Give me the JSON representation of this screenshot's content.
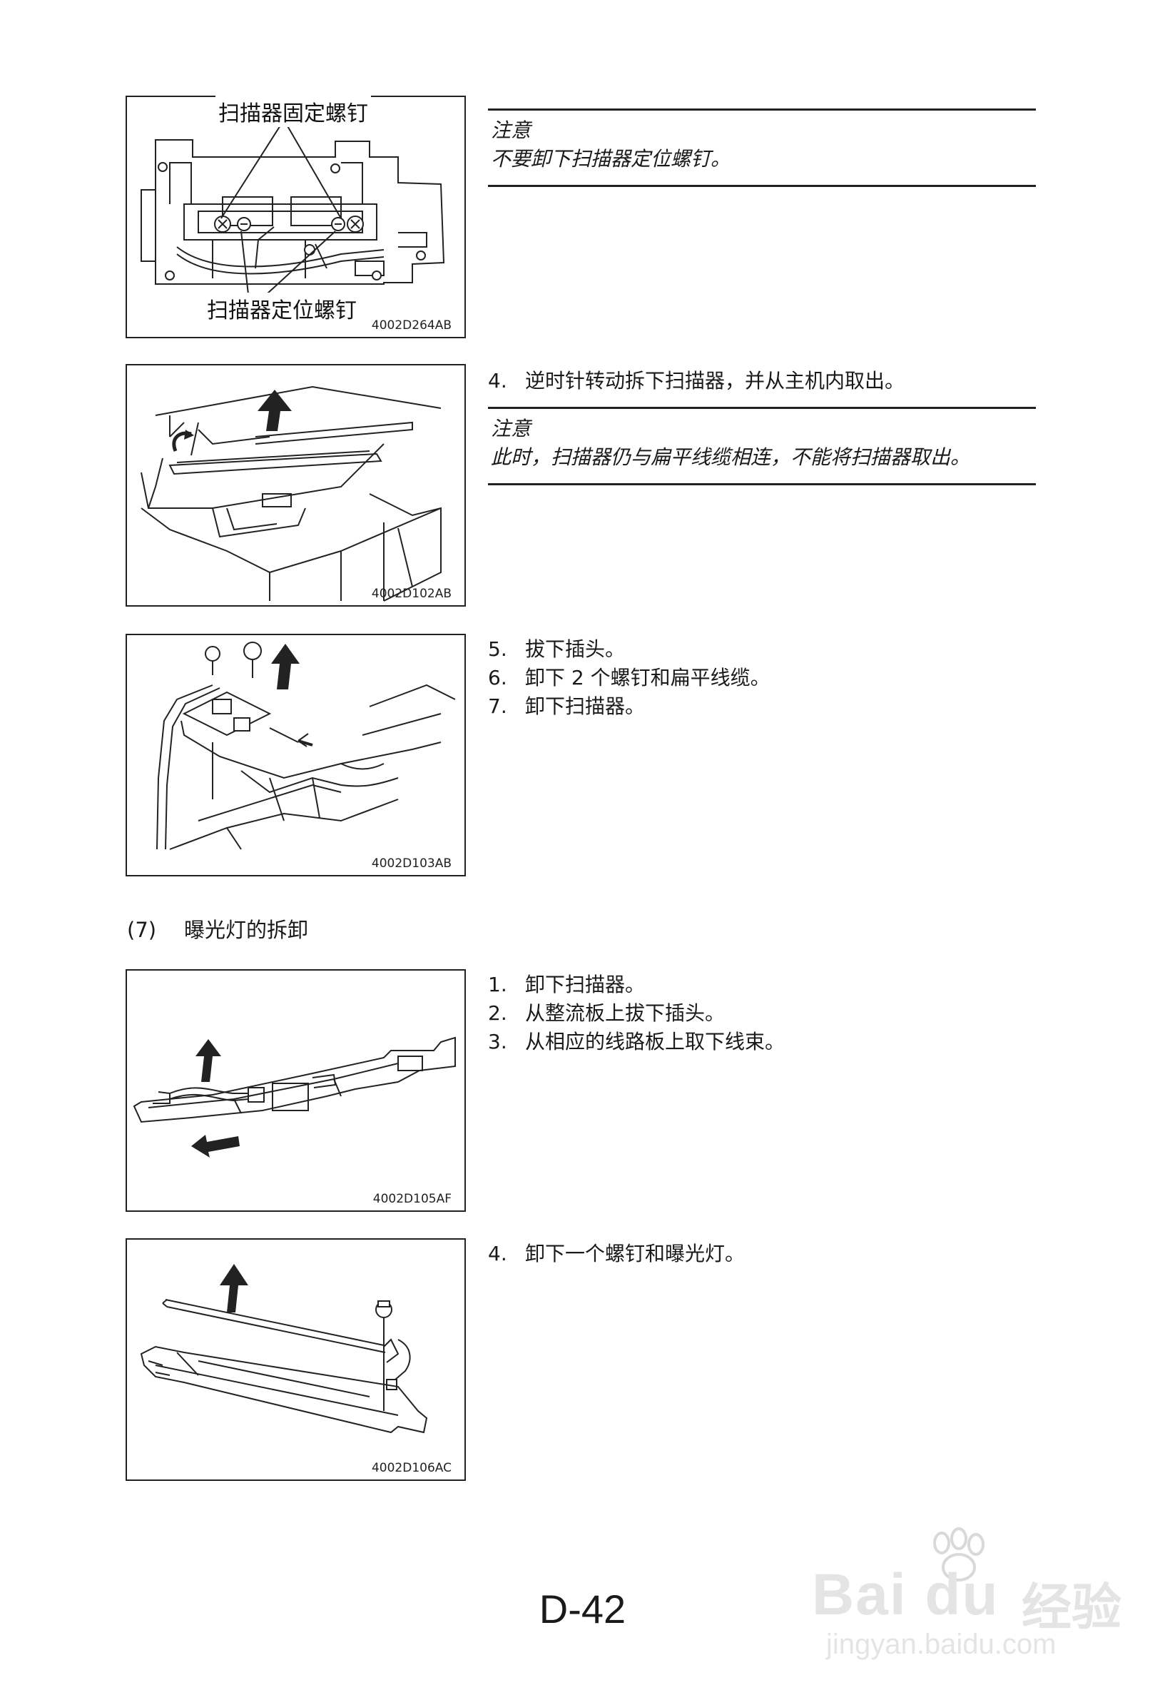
{
  "figures": [
    {
      "code": "4002D264AB",
      "callouts": [
        "扫描器固定螺钉",
        "扫描器定位螺钉"
      ]
    },
    {
      "code": "4002D102AB"
    },
    {
      "code": "4002D103AB"
    },
    {
      "code": "4002D105AF"
    },
    {
      "code": "4002D106AC"
    }
  ],
  "notes": [
    {
      "title": "注意",
      "text": "不要卸下扫描器定位螺钉。"
    },
    {
      "title": "注意",
      "text": "此时，扫描器仍与扁平线缆相连，不能将扫描器取出。"
    }
  ],
  "steps_a": [
    {
      "num": "4.",
      "text": "逆时针转动拆下扫描器，并从主机内取出。"
    }
  ],
  "steps_b": [
    {
      "num": "5.",
      "text": "拔下插头。"
    },
    {
      "num": "6.",
      "text": "卸下 2 个螺钉和扁平线缆。"
    },
    {
      "num": "7.",
      "text": "卸下扫描器。"
    }
  ],
  "section": {
    "num": "(7)",
    "title": "曝光灯的拆卸"
  },
  "steps_c": [
    {
      "num": "1.",
      "text": "卸下扫描器。"
    },
    {
      "num": "2.",
      "text": "从整流板上拔下插头。"
    },
    {
      "num": "3.",
      "text": "从相应的线路板上取下线束。"
    }
  ],
  "steps_d": [
    {
      "num": "4.",
      "text": "卸下一个螺钉和曝光灯。"
    }
  ],
  "page_number": "D-42",
  "watermark": {
    "brand": "Bai du",
    "product": "经验",
    "url": "jingyan.baidu.com"
  }
}
